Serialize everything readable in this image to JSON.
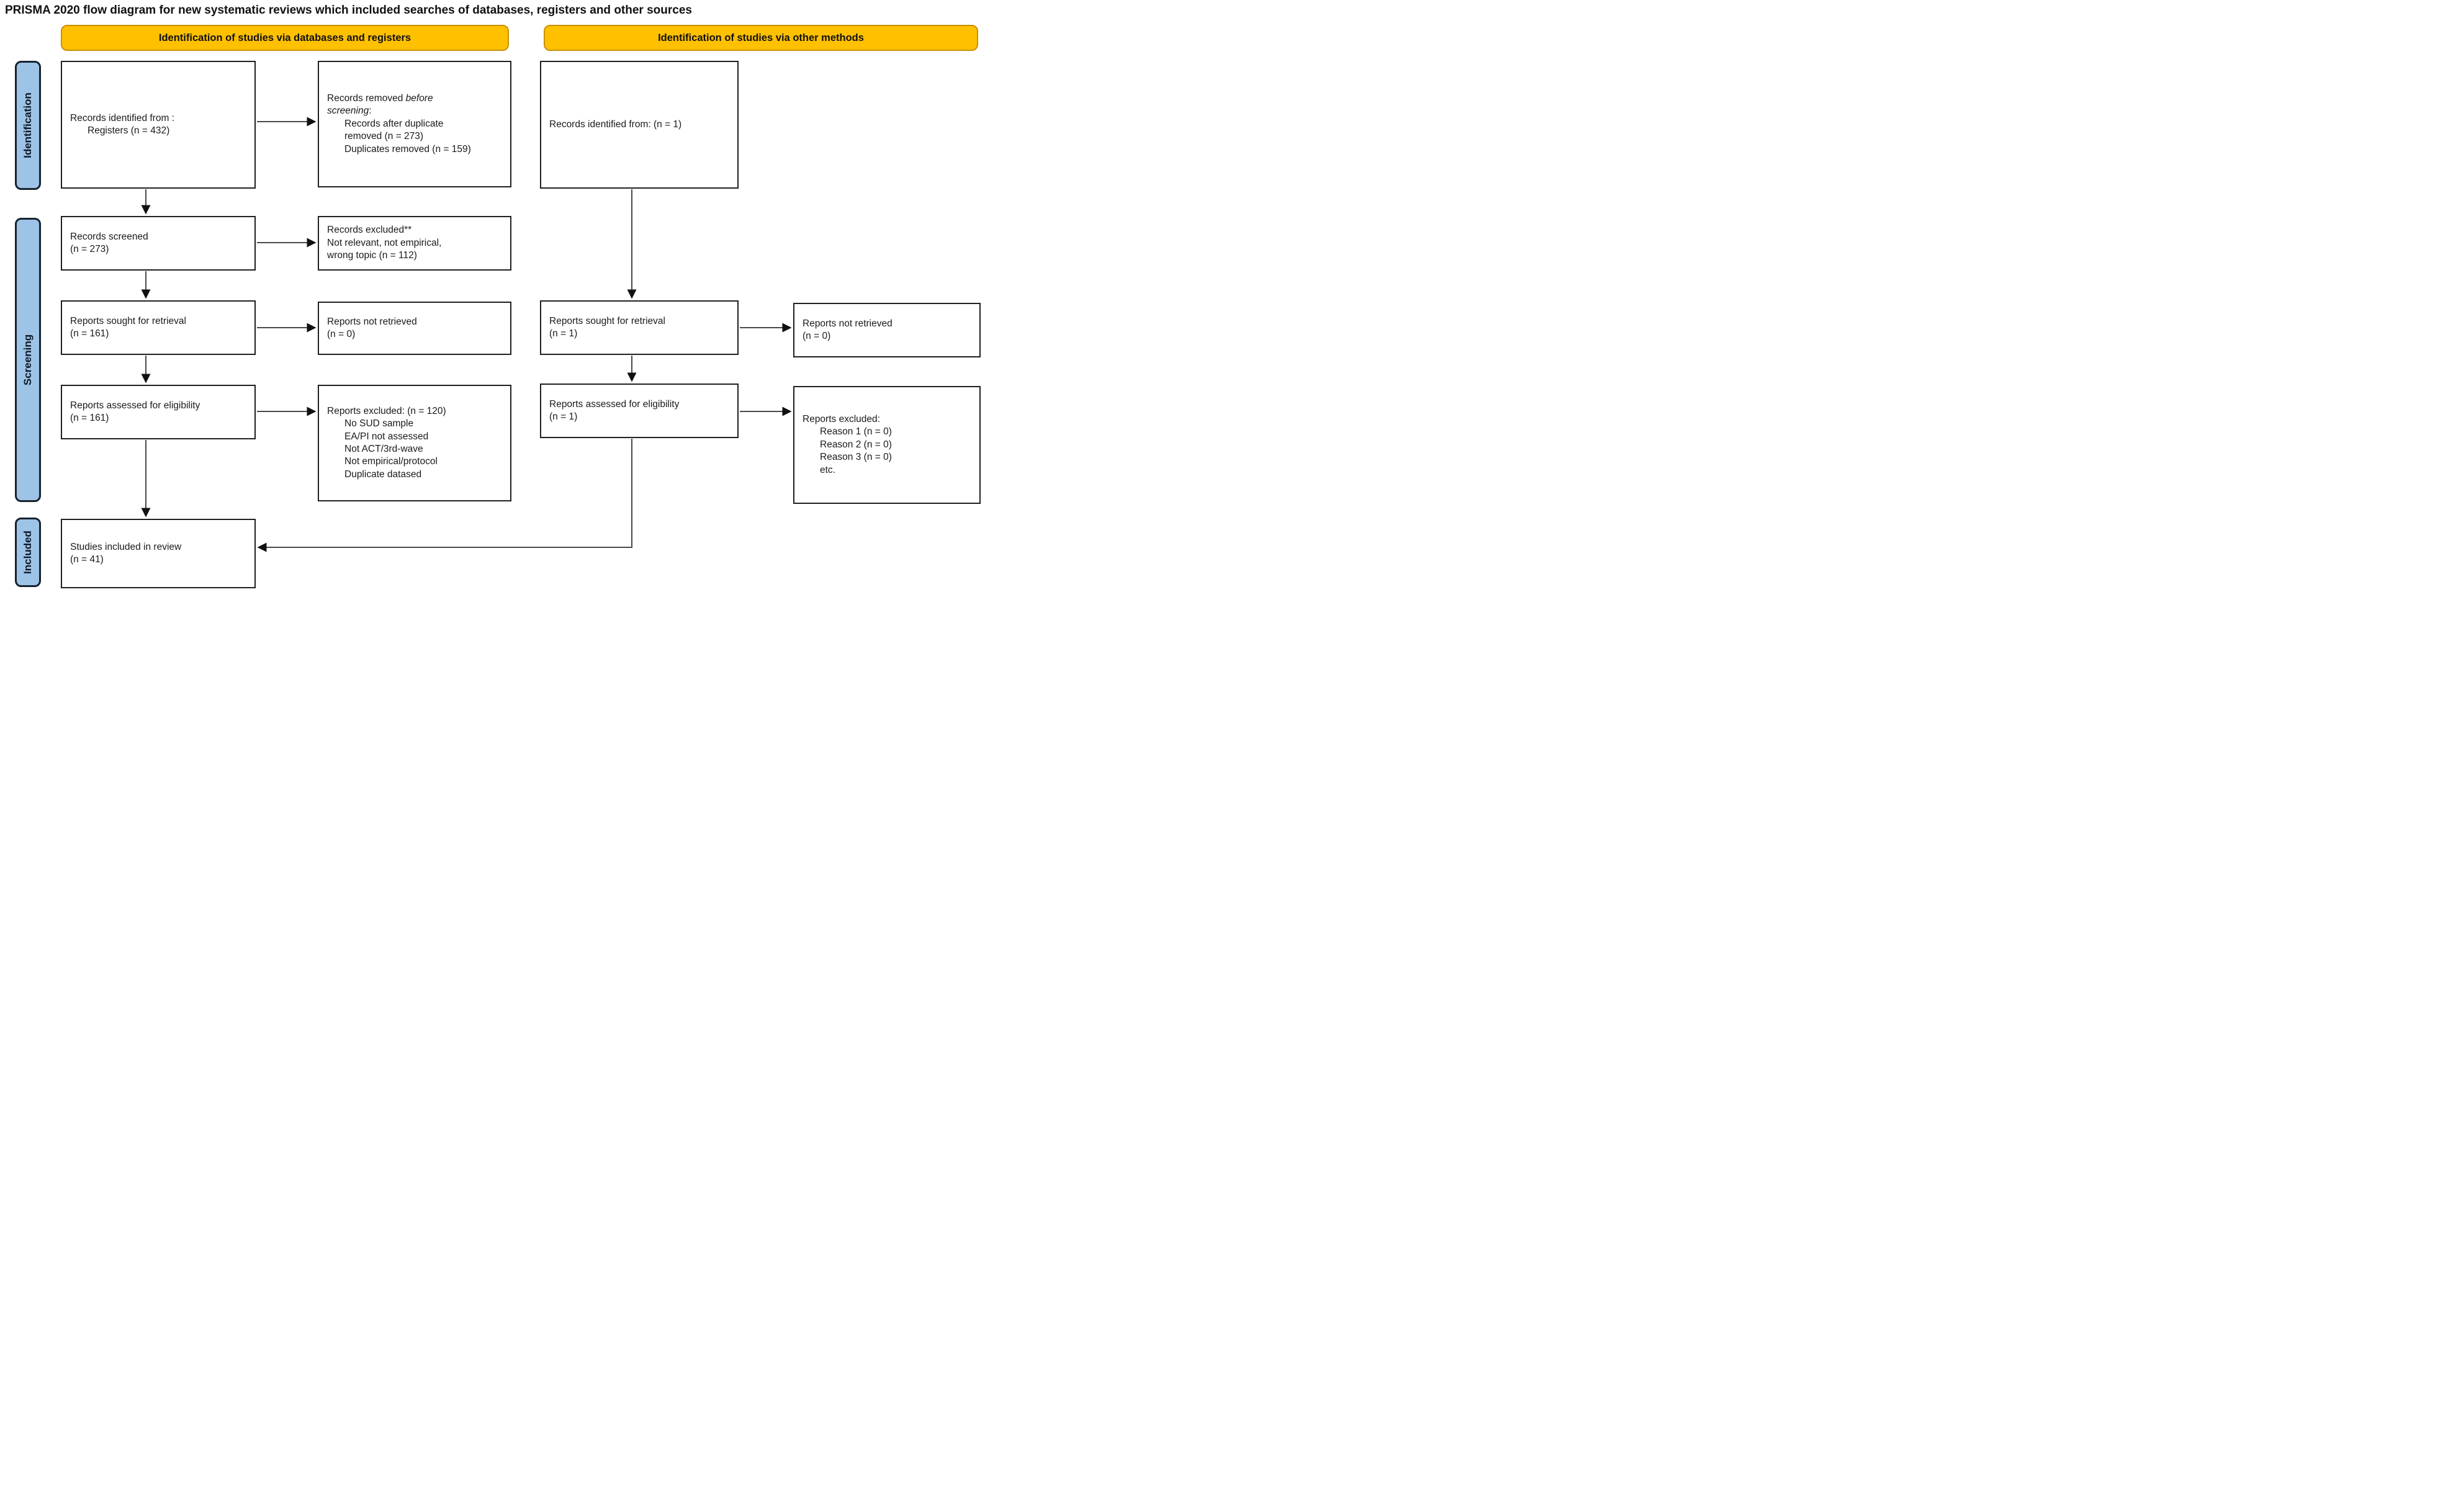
{
  "title": "PRISMA 2020 flow diagram for new systematic reviews which included searches of databases, registers and other sources",
  "headers": {
    "databases": "Identification of studies via databases and registers",
    "other": "Identification of studies via other methods"
  },
  "stages": {
    "identification": "Identification",
    "screening": "Screening",
    "included": "Included"
  },
  "boxes": {
    "records_identified_db": {
      "line1": "Records identified from :",
      "line2": "Registers (n = 432)"
    },
    "records_removed": {
      "line1_normal": "Records removed ",
      "line1_italic": "before",
      "line2_italic": "screening",
      "line2_normal": ":",
      "items": [
        "Records after duplicate",
        "removed (n = 273)",
        "Duplicates removed (n = 159)"
      ]
    },
    "records_identified_other": {
      "line1": "Records identified from: (n = 1)"
    },
    "records_screened": {
      "line1": "Records screened",
      "line2": "(n = 273)"
    },
    "records_excluded": {
      "lines": [
        "Records excluded**",
        "Not relevant, not empirical,",
        "wrong topic (n = 112)"
      ]
    },
    "reports_sought_db": {
      "line1": "Reports sought for retrieval",
      "line2": "(n = 161)"
    },
    "reports_not_retrieved_db": {
      "line1": "Reports not retrieved",
      "line2": "(n = 0)"
    },
    "reports_sought_other": {
      "line1": "Reports sought for retrieval",
      "line2": "(n = 1)"
    },
    "reports_not_retrieved_other": {
      "line1": "Reports not retrieved",
      "line2": "(n = 0)"
    },
    "reports_assessed_db": {
      "line1": "Reports assessed for eligibility",
      "line2": "(n = 161)"
    },
    "reports_excluded_db": {
      "header": "Reports excluded: (n = 120)",
      "items": [
        "No SUD sample",
        "EA/PI not assessed",
        "Not ACT/3rd-wave",
        "Not empirical/protocol",
        "Duplicate datased"
      ]
    },
    "reports_assessed_other": {
      "line1": "Reports assessed for eligibility",
      "line2": "(n = 1)"
    },
    "reports_excluded_other": {
      "header": "Reports excluded:",
      "items": [
        "Reason 1 (n = 0)",
        "Reason 2 (n = 0)",
        "Reason 3 (n = 0)",
        "etc."
      ]
    },
    "studies_included": {
      "line1": "Studies included in review",
      "line2": "(n = 41)"
    }
  },
  "colors": {
    "header_fill": "#FFC000",
    "header_border": "#C99100",
    "stage_fill": "#9DC3E6",
    "stage_border": "#16222E",
    "box_border": "#1F1F1F",
    "arrow": "#4A4A4A"
  }
}
